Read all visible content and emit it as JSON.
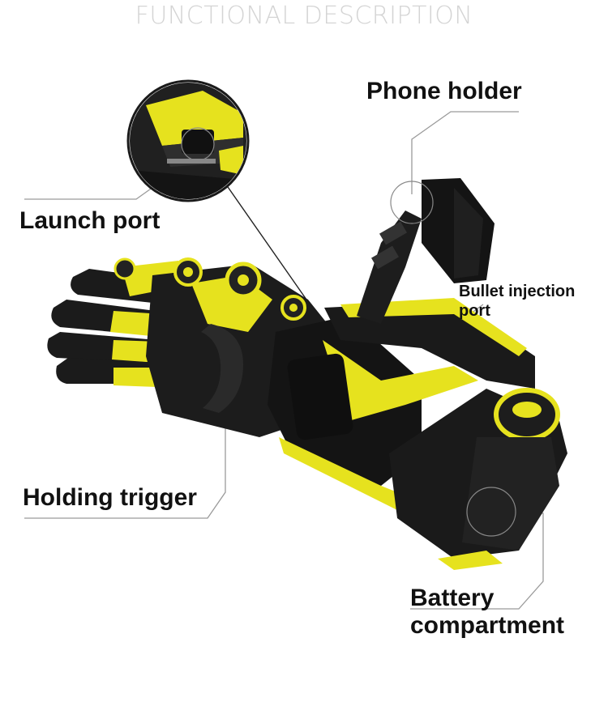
{
  "header": {
    "title": "FUNCTIONAL DESCRIPTION"
  },
  "callouts": {
    "phone_holder": "Phone holder",
    "launch_port": "Launch port",
    "bullet_injection_line1": "Bullet injection",
    "bullet_injection_line2": "port",
    "holding_trigger": "Holding trigger",
    "battery_line1": "Battery",
    "battery_line2": "compartment"
  },
  "colors": {
    "accent_yellow": "#e6e21e",
    "body_black": "#1b1b1b",
    "leader_line": "#9a9a9a"
  },
  "image": {
    "subject": "wearable-gel-blaster-glove-image"
  }
}
